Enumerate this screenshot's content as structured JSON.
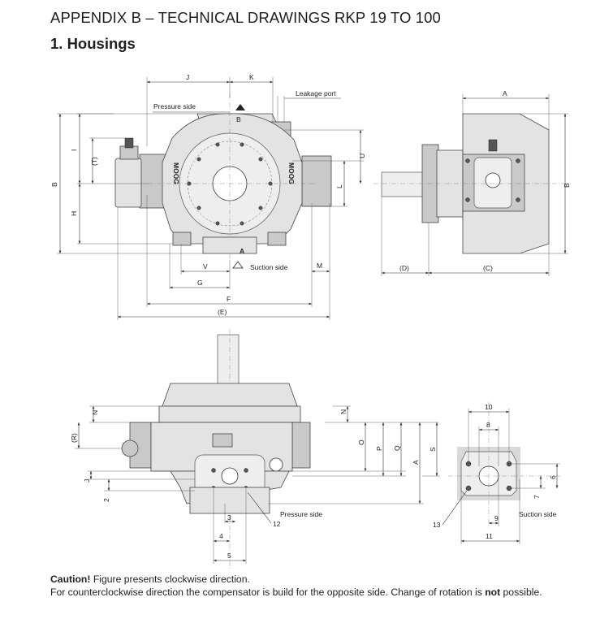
{
  "header": {
    "title": "APPENDIX B – TECHNICAL DRAWINGS RKP 19 TO 100",
    "subtitle": "1. Housings"
  },
  "labels": {
    "J": "J",
    "K": "K",
    "leakage_port": "Leakage port",
    "pressure_side": "Pressure side",
    "B_left": "B",
    "I": "I",
    "T": "(T)",
    "H": "H",
    "U": "U",
    "L": "L",
    "V": "V",
    "suction_side": "Suction side",
    "M": "M",
    "G": "G",
    "F": "F",
    "E": "(E)",
    "A_right": "A",
    "B_right": "B",
    "D": "(D)",
    "C": "(C)",
    "N_left": "N",
    "R": "(R)",
    "J_small": "J",
    "n2": "2",
    "N_mid": "N",
    "O": "O",
    "P": "P",
    "Q": "Q",
    "A_bottom": "A",
    "S": "S",
    "n3": "3",
    "n4": "4",
    "n5": "5",
    "pressure_side_bottom": "Pressure side",
    "n12": "12",
    "n10": "10",
    "n8": "8",
    "n6": "6",
    "n7": "7",
    "n9": "9",
    "n11": "11",
    "n13": "13",
    "suction_side_bottom": "Suction side",
    "marker_B": "B",
    "marker_A": "A",
    "brand_left": "MOOG",
    "brand_right": "MOOG"
  },
  "caution": {
    "bold": "Caution!",
    "line1": "Figure presents clockwise direction.",
    "line2_a": "For counterclockwise direction the compensator is build for the opposite side. Change of rotation is",
    "line2_bold": "not",
    "line2_b": "possible."
  }
}
